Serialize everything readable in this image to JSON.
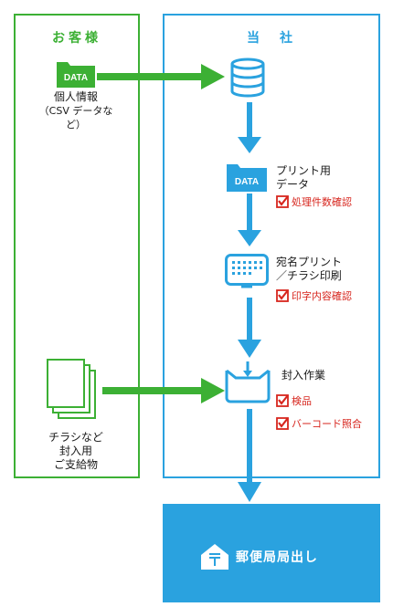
{
  "left_panel": {
    "title": "お客様"
  },
  "right_panel": {
    "title": "当　社"
  },
  "folder_label": "DATA",
  "customer_items": [
    {
      "line1": "個人情報",
      "line2": "（CSV データなど）"
    },
    {
      "line1": "チラシなど",
      "line2": "封入用",
      "line3": "ご支給物"
    }
  ],
  "steps": [
    {
      "label_line1": "プリント用",
      "label_line2": "データ",
      "checks": [
        "処理件数確認"
      ]
    },
    {
      "label_line1": "宛名プリント",
      "label_line2": "／チラシ印刷",
      "checks": [
        "印字内容確認"
      ]
    },
    {
      "label_line1": "封入作業",
      "checks": [
        "検品",
        "バーコード照合"
      ]
    }
  ],
  "post_label": "郵便局局出し",
  "colors": {
    "green": "#3cb034",
    "blue": "#2aa2df",
    "red": "#d7261e"
  }
}
